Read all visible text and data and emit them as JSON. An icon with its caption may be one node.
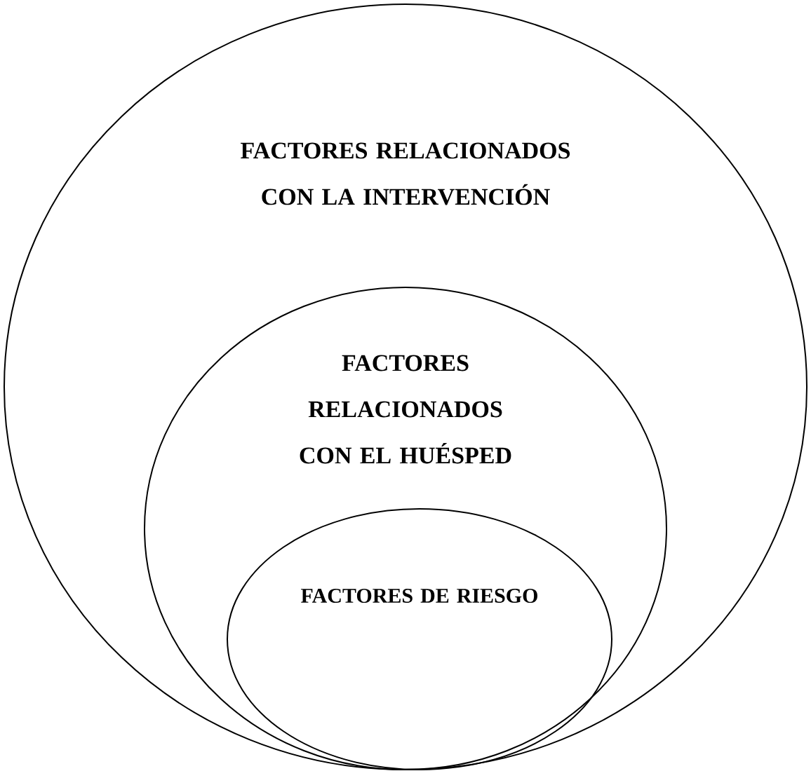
{
  "diagram": {
    "nodes": [
      {
        "text": [
          "FACTORES RELACIONADOS CON LA INTERVENCIÓN"
        ]
      },
      {
        "text": [
          "FACTORES RELACIONADOS CON EL HUÉSPED"
        ],
        "in": 0
      },
      {
        "text": [
          "FACTORES DE RIESGO"
        ],
        "in": 1
      }
    ]
  }
}
